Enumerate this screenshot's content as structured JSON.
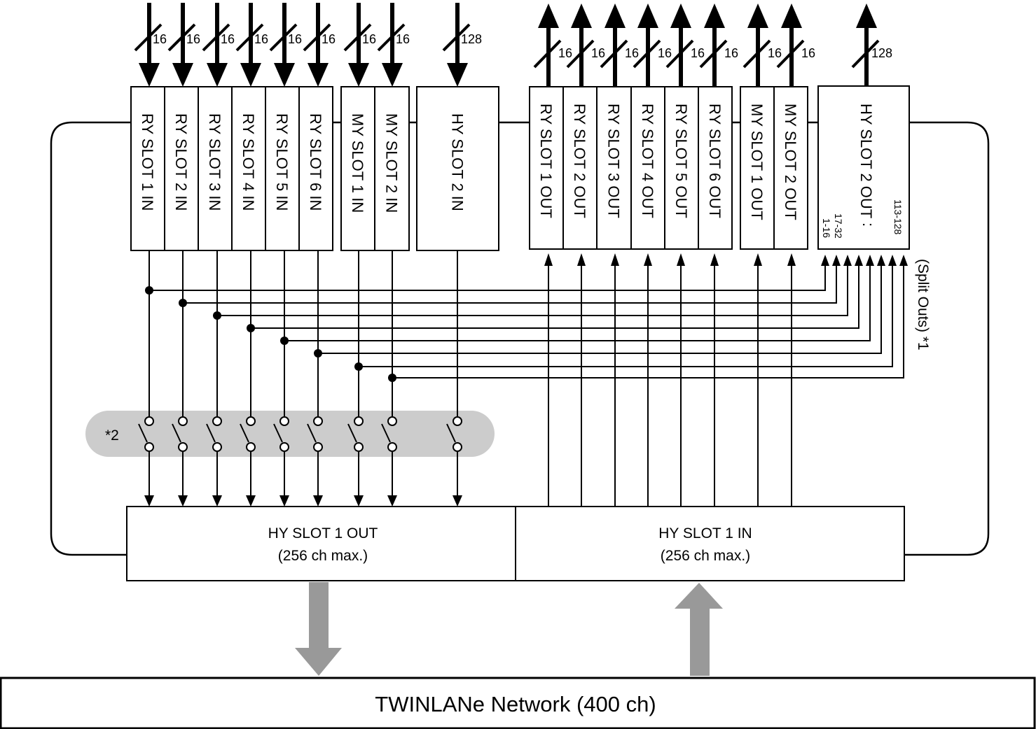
{
  "colors": {
    "line": "#000000",
    "switch_band": "#cccccc",
    "network_arrow": "#999999",
    "background": "#ffffff"
  },
  "input_slots": [
    {
      "label": "RY SLOT 1 IN",
      "channels": "16"
    },
    {
      "label": "RY SLOT 2 IN",
      "channels": "16"
    },
    {
      "label": "RY SLOT 3 IN",
      "channels": "16"
    },
    {
      "label": "RY SLOT 4 IN",
      "channels": "16"
    },
    {
      "label": "RY SLOT 5 IN",
      "channels": "16"
    },
    {
      "label": "RY SLOT 6 IN",
      "channels": "16"
    },
    {
      "label": "MY SLOT 1 IN",
      "channels": "16"
    },
    {
      "label": "MY SLOT 2 IN",
      "channels": "16"
    },
    {
      "label": "HY SLOT 2 IN",
      "channels": "128"
    }
  ],
  "output_slots": [
    {
      "label": "RY SLOT 1 OUT",
      "channels": "16"
    },
    {
      "label": "RY SLOT 2 OUT",
      "channels": "16"
    },
    {
      "label": "RY SLOT 3 OUT",
      "channels": "16"
    },
    {
      "label": "RY SLOT 4 OUT",
      "channels": "16"
    },
    {
      "label": "RY SLOT 5 OUT",
      "channels": "16"
    },
    {
      "label": "RY SLOT 6 OUT",
      "channels": "16"
    },
    {
      "label": "MY SLOT 1 OUT",
      "channels": "16"
    },
    {
      "label": "MY SLOT 2 OUT",
      "channels": "16"
    }
  ],
  "hy_slot2_out": {
    "label": "HY SLOT 2 OUT",
    "channels": "128",
    "ranges": [
      "1-16",
      "17-32",
      "113-128"
    ],
    "ellipsis": ":"
  },
  "split_outs_label": "(Split Outs) *1",
  "switch_note": "*2",
  "hy_slot1_out": {
    "title": "HY SLOT 1 OUT",
    "subtitle": "(256 ch max.)"
  },
  "hy_slot1_in": {
    "title": "HY SLOT 1 IN",
    "subtitle": "(256 ch max.)"
  },
  "network": {
    "label": "TWINLANe Network (400 ch)"
  }
}
